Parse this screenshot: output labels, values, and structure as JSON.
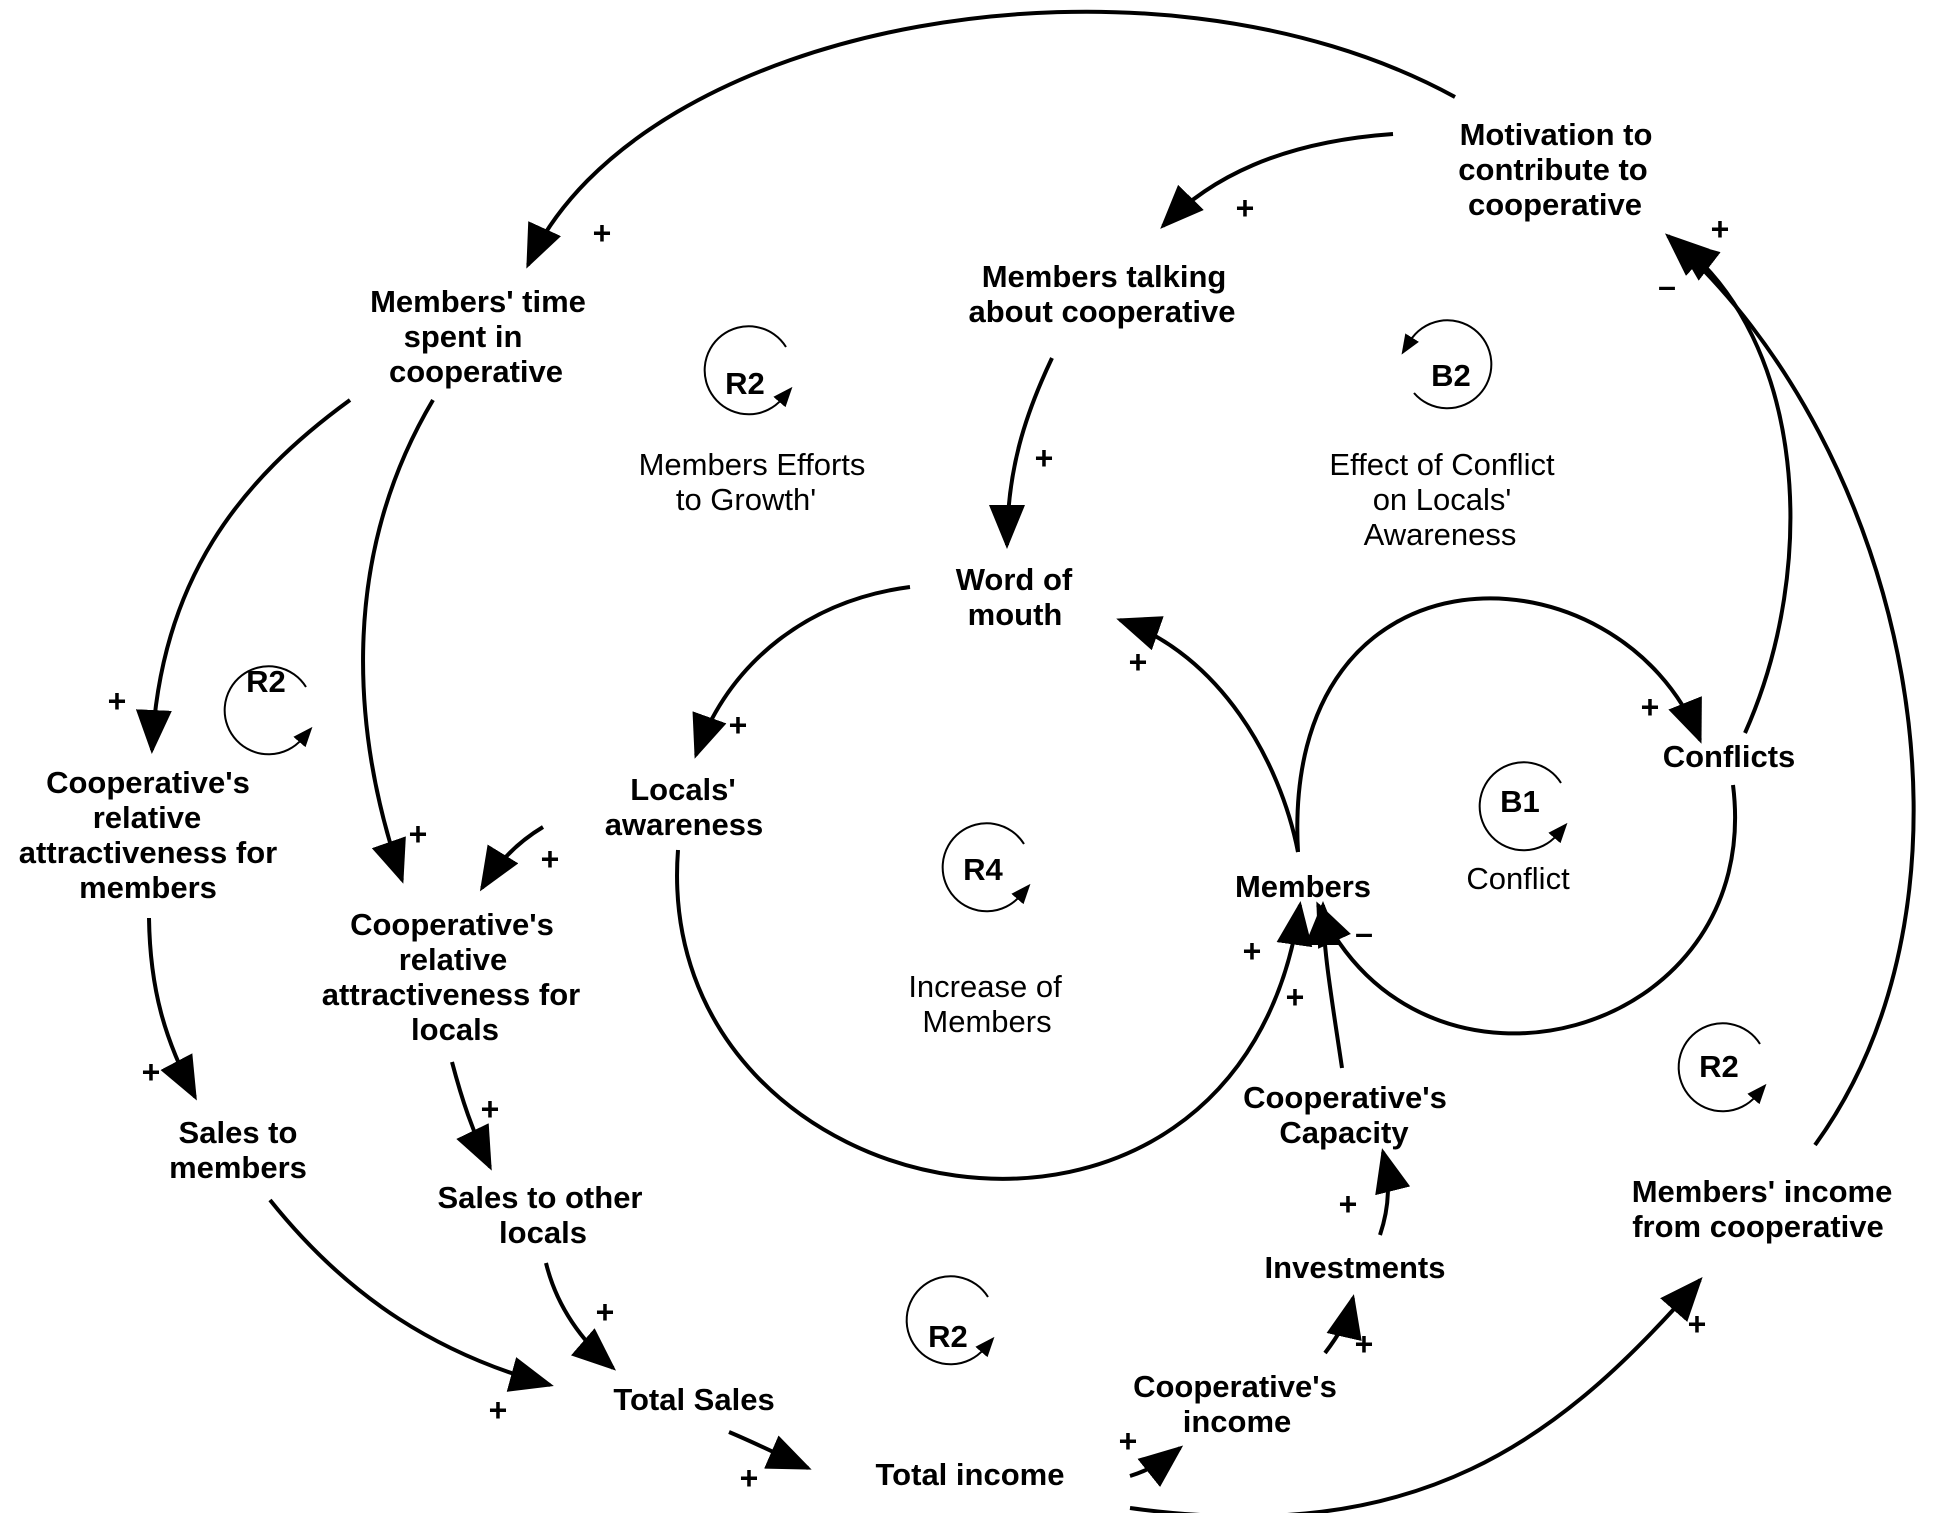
{
  "variables": {
    "motivation": [
      "Motivation to",
      "contribute to",
      "cooperative"
    ],
    "members_talking": [
      "Members talking",
      "about cooperative"
    ],
    "members_time": [
      "Members' time",
      "spent in",
      "cooperative"
    ],
    "word_of_mouth": [
      "Word of",
      "mouth"
    ],
    "locals_awareness": [
      "Locals'",
      "awareness"
    ],
    "attract_members": [
      "Cooperative's",
      "relative",
      "attractiveness for",
      "members"
    ],
    "attract_locals": [
      "Cooperative's",
      "relative",
      "attractiveness for",
      "locals"
    ],
    "members": [
      "Members"
    ],
    "conflicts": [
      "Conflicts"
    ],
    "capacity": [
      "Cooperative's",
      "Capacity"
    ],
    "investments": [
      "Investments"
    ],
    "sales_members": [
      "Sales to",
      "members"
    ],
    "sales_locals": [
      "Sales to other",
      "locals"
    ],
    "total_sales": [
      "Total Sales"
    ],
    "total_income": [
      "Total income"
    ],
    "coop_income": [
      "Cooperative's",
      "income"
    ],
    "members_income": [
      "Members' income",
      "from cooperative"
    ]
  },
  "loops": {
    "r2_top": {
      "id": "R2",
      "name": [
        "Members Efforts",
        "to Growth'"
      ]
    },
    "b2": {
      "id": "B2",
      "name": [
        "Effect of Conflict",
        "on Locals'",
        "Awareness"
      ]
    },
    "r2_left": {
      "id": "R2",
      "name": []
    },
    "r4": {
      "id": "R4",
      "name": [
        "Increase of",
        "Members"
      ]
    },
    "b1": {
      "id": "B1",
      "name": [
        "Conflict"
      ]
    },
    "r2_right": {
      "id": "R2",
      "name": []
    },
    "r2_bottom": {
      "id": "R2",
      "name": []
    }
  },
  "polarity": {
    "positive": "+",
    "negative": "–"
  }
}
